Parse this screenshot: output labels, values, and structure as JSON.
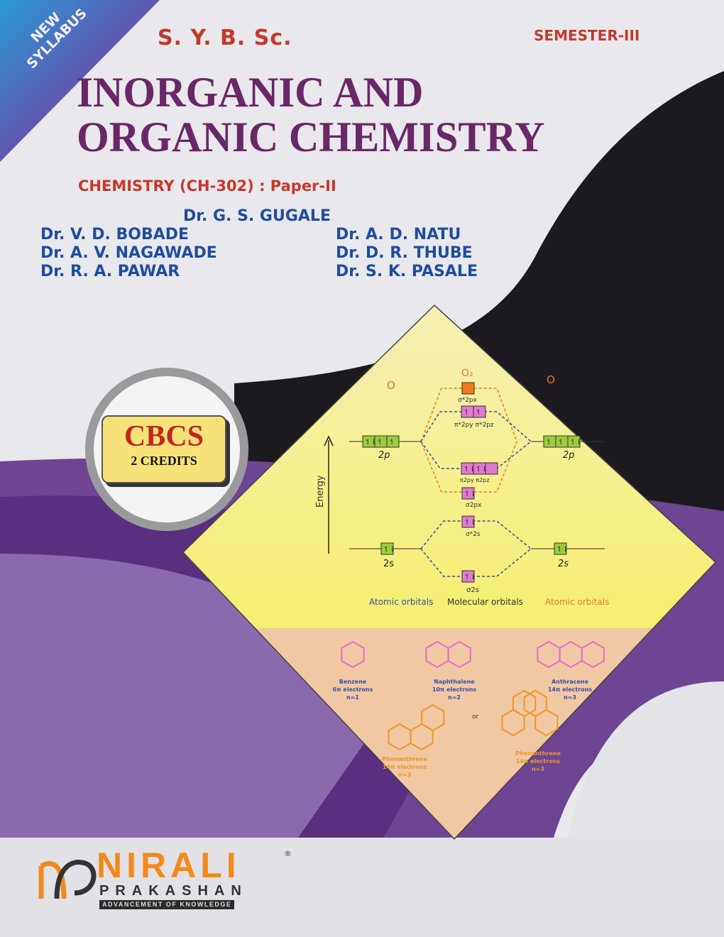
{
  "banner": {
    "line1": "NEW",
    "line2": "SYLLABUS"
  },
  "header": {
    "course": "S. Y. B. Sc.",
    "semester": "SEMESTER-III"
  },
  "title": {
    "line1": "INORGANIC AND",
    "line2": "ORGANIC CHEMISTRY"
  },
  "subtitle": "CHEMISTRY (CH-302) : Paper-II",
  "authors": {
    "lead": "Dr. G. S. GUGALE",
    "left": [
      "Dr. V. D. BOBADE",
      "Dr. A. V. NAGAWADE",
      "Dr. R. A. PAWAR"
    ],
    "right": [
      "Dr. A. D. NATU",
      "Dr. D. R. THUBE",
      "Dr. S. K. PASALE"
    ]
  },
  "badge": {
    "label": "CBCS",
    "credits": "2 CREDITS"
  },
  "diagram": {
    "atom_left": "O",
    "molecule": "O₂",
    "atom_right": "O",
    "energy": "Energy",
    "ao_2p": "2p",
    "ao_2s": "2s",
    "mo": {
      "sigma_star_2p": "σ*2px",
      "pi_star": "π*2py π*2pz",
      "pi": "π2py π2pz",
      "sigma_2p": "σ2px",
      "sigma_star_2s": "σ*2s",
      "sigma_2s": "σ2s"
    },
    "pair": "↿⇂",
    "single": "↿",
    "atomic_orbitals": "Atomic orbitals",
    "molecular_orbitals": "Molecular orbitals",
    "colors": {
      "green": "#9ccc3c",
      "pink": "#e07ad0",
      "orange": "#f07a1a",
      "blue": "#3a4ea8",
      "yellow": "#f6f19a",
      "peach": "#f3c8a4"
    }
  },
  "molecules": [
    {
      "name": "Benzene",
      "electrons": "6π electrons",
      "n": "n=1"
    },
    {
      "name": "Naphthalene",
      "electrons": "10π electrons",
      "n": "n=2"
    },
    {
      "name": "Anthracene",
      "electrons": "14π electrons",
      "n": "n=3"
    },
    {
      "name": "Phenanthrene",
      "electrons": "14π electrons",
      "n": "n=3"
    },
    {
      "name": "Phenanthrene",
      "electrons": "14π electrons",
      "n": "n=3"
    }
  ],
  "or_label": "or",
  "publisher": {
    "name": "NIRALI",
    "sub": "PRAKASHAN",
    "tagline": "ADVANCEMENT OF KNOWLEDGE",
    "reg": "®"
  }
}
